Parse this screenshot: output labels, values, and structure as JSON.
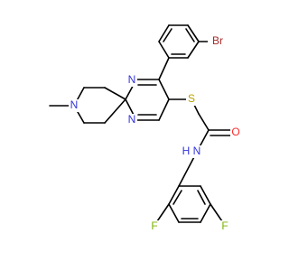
{
  "atom_labels": {
    "bromine": "Br",
    "imine_n_top": "N",
    "imine_n_bottom": "N",
    "piperidine_n": "N",
    "sulfur": "S",
    "oxygen": "O",
    "amide_n": "N",
    "amide_h": "H",
    "fluorine_ortho": "F",
    "fluorine_para": "F"
  },
  "atom_colors": {
    "carbon": "#000000",
    "nitrogen": "#3333dd",
    "sulfur": "#b8a000",
    "oxygen": "#ff2a2a",
    "bromine": "#a52a2a",
    "fluorine": "#7ab400"
  }
}
